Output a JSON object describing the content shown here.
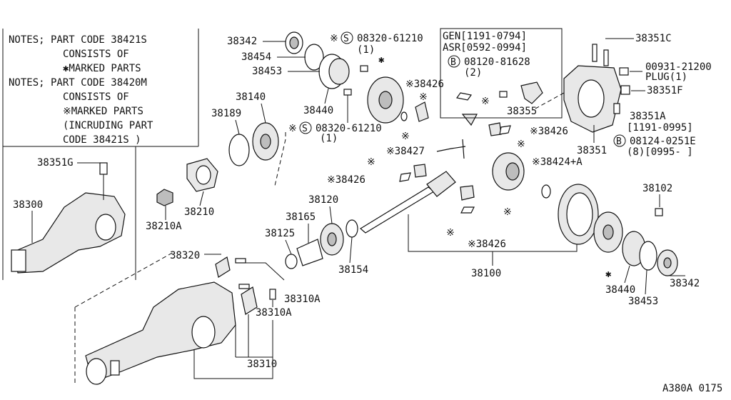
{
  "notes": {
    "line1": "NOTES; PART CODE 38421S",
    "line2": "CONSISTS OF",
    "line3": "✱MARKED PARTS",
    "line4": "NOTES; PART CODE 38420M",
    "line5": "CONSISTS OF",
    "line6": "※MARKED PARTS",
    "line7": "(INCRUDING PART",
    "line8": "CODE 38421S )"
  },
  "inset": {
    "line1": "GEN[1191-0794]",
    "line2": "ASR[0592-0994]",
    "line3": "08120-81628",
    "line4": "(2)",
    "bolt_marker": "B"
  },
  "labels": {
    "l38342_top": "38342",
    "l38454": "38454",
    "l38453_top": "38453",
    "l38440_top": "38440",
    "l08320_top": "※",
    "l08320_top_code": "08320-61210",
    "l08320_top_qty": "(1)",
    "l08320_mid": "※",
    "l08320_mid_code": "08320-61210",
    "l08320_mid_qty": "(1)",
    "s_marker": "S",
    "asterisk": "✱",
    "l38140": "38140",
    "l38189": "38189",
    "l38351G": "38351G",
    "l38300": "38300",
    "l38210": "38210",
    "l38210A": "38210A",
    "l38426_a": "※38426",
    "l38426_b": "※38426",
    "l38426_c": "※38426",
    "l38426_d": "※38426",
    "l38427": "※38427",
    "l38424A": "※38424+A",
    "l38355": "38355",
    "l38351C": "38351C",
    "l00931": "00931-21200",
    "l_plug": "PLUG(1)",
    "l38351F": "38351F",
    "l38351A": "38351A",
    "l38351A_range": "[1191-0995]",
    "l38351": "38351",
    "l08124": "08124-0251E",
    "l08124_qty": "(8)[0995-      ]",
    "l38102": "38102",
    "l38120": "38120",
    "l38165": "38165",
    "l38125": "38125",
    "l38154": "38154",
    "l38100": "38100",
    "l38440_bot": "38440",
    "l38453_bot": "38453",
    "l38342_bot": "38342",
    "l38320": "38320",
    "l38310A_a": "38310A",
    "l38310A_b": "38310A",
    "l38310": "38310",
    "ref_mark": "※",
    "diagram_code": "A380A 0175"
  }
}
